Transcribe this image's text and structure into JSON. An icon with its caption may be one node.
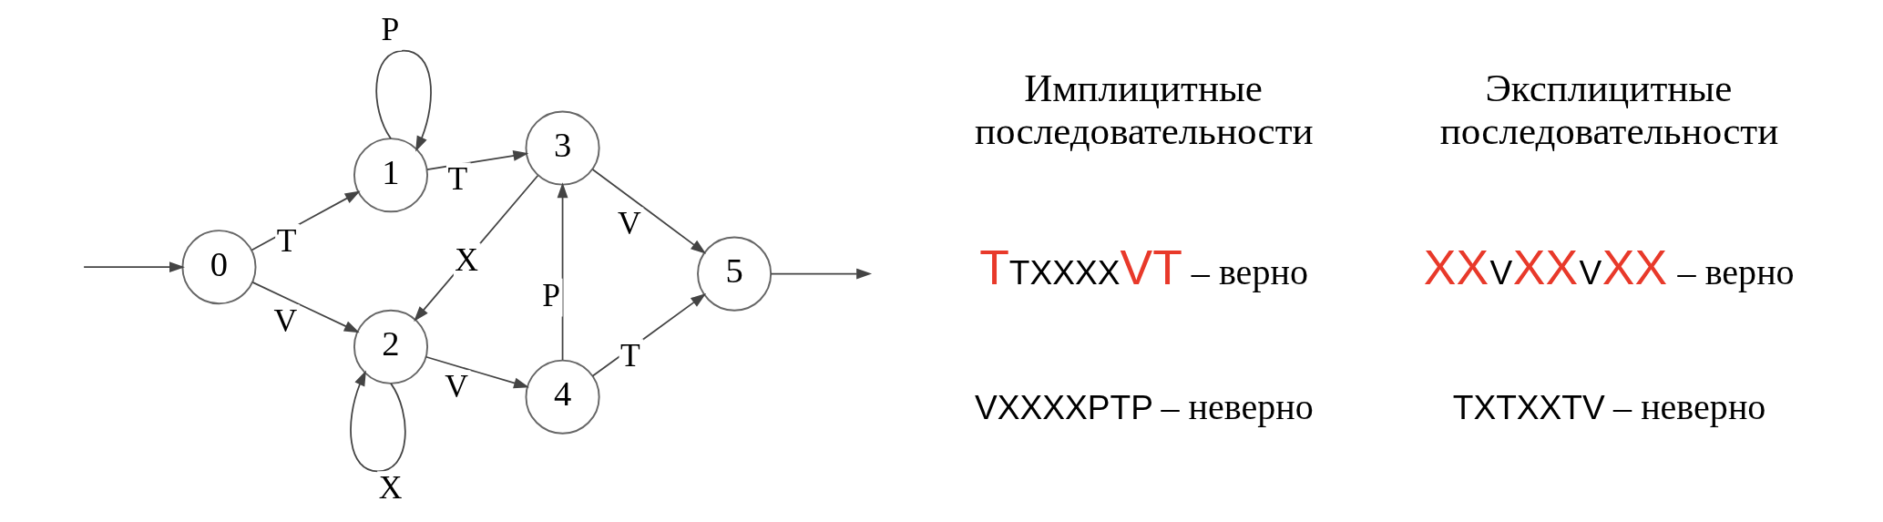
{
  "diagram": {
    "nodes": [
      {
        "text": [
          "0"
        ]
      },
      {
        "text": [
          "1"
        ]
      },
      {
        "text": [
          "2"
        ]
      },
      {
        "text": [
          "3"
        ]
      },
      {
        "text": [
          "4"
        ]
      },
      {
        "text": [
          "5"
        ]
      }
    ],
    "edges": [
      {
        "from": null,
        "to": 0,
        "arrow": "to"
      },
      {
        "from": 0,
        "to": 1,
        "arrow": "to",
        "label": "T"
      },
      {
        "from": 0,
        "to": 2,
        "arrow": "to",
        "label": "V"
      },
      {
        "from": 1,
        "to": 1,
        "arrow": "to",
        "label": "P"
      },
      {
        "from": 1,
        "to": 3,
        "arrow": "to",
        "label": "T"
      },
      {
        "from": 3,
        "to": 2,
        "arrow": "to",
        "label": "X"
      },
      {
        "from": 2,
        "to": 2,
        "arrow": "to",
        "label": "X"
      },
      {
        "from": 2,
        "to": 4,
        "arrow": "to",
        "label": "V"
      },
      {
        "from": 4,
        "to": 3,
        "arrow": "to",
        "label": "P"
      },
      {
        "from": 3,
        "to": 5,
        "arrow": "to",
        "label": "V"
      },
      {
        "from": 4,
        "to": 5,
        "arrow": "to",
        "label": "T"
      },
      {
        "from": 5,
        "to": null,
        "arrow": "to"
      }
    ],
    "labels": [
      "Имплицитные последовательности",
      "**T**TXXXX**VT** – верно",
      "VXXXXPTP – неверно",
      "Эксплицитные последовательности",
      "**XX**V**XX**V**XX** – верно",
      "TXTXXTV – неверно"
    ]
  }
}
